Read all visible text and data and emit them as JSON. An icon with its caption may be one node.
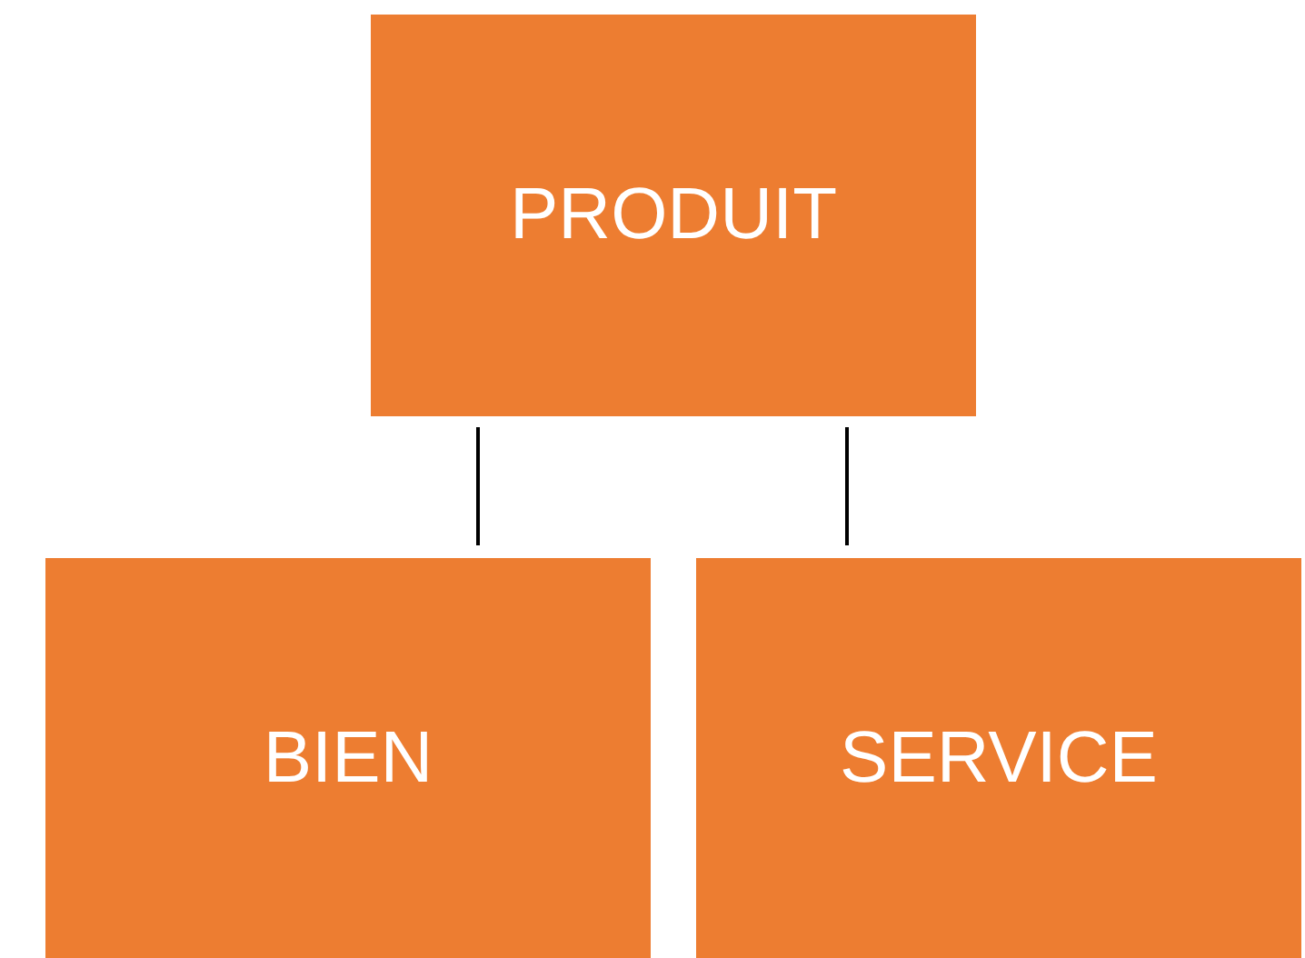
{
  "diagram": {
    "nodes": [
      {
        "text": [
          "PRODUIT"
        ]
      },
      {
        "text": [
          "BIEN"
        ]
      },
      {
        "text": [
          "SERVICE"
        ]
      }
    ],
    "edges": [
      {
        "from": 0,
        "to": 1,
        "arrow": "none"
      },
      {
        "from": 0,
        "to": 2,
        "arrow": "none"
      }
    ]
  }
}
